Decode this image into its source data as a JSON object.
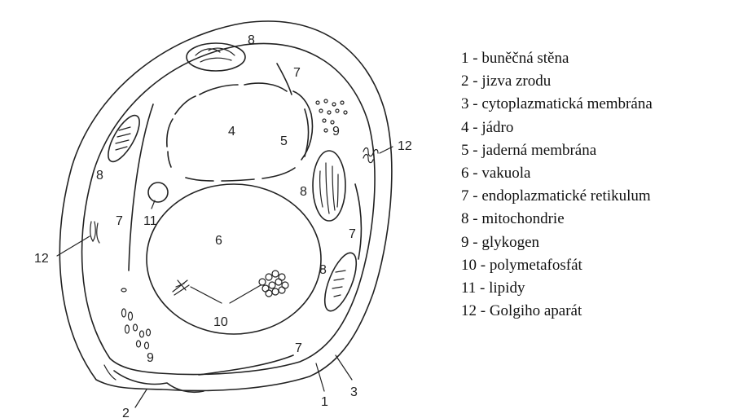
{
  "diagram": {
    "callouts": {
      "c1": "1",
      "c2": "2",
      "c3": "3",
      "c4": "4",
      "c5": "5",
      "c6": "6",
      "c7a": "7",
      "c7b": "7",
      "c7c": "7",
      "c7d": "7",
      "c8a": "8",
      "c8b": "8",
      "c8c": "8",
      "c8d": "8",
      "c9a": "9",
      "c9b": "9",
      "c10": "10",
      "c11": "11",
      "c12a": "12",
      "c12b": "12"
    }
  },
  "legend": [
    "1 - buněčná stěna",
    "2 - jizva zrodu",
    "3 - cytoplazmatická membrána",
    "4 - jádro",
    "5 - jaderná membrána",
    "6 - vakuola",
    "7 - endoplazmatické retikulum",
    "8 - mitochondrie",
    "9 - glykogen",
    "10 - polymetafosfát",
    "11 - lipidy",
    "12 - Golgiho aparát"
  ]
}
